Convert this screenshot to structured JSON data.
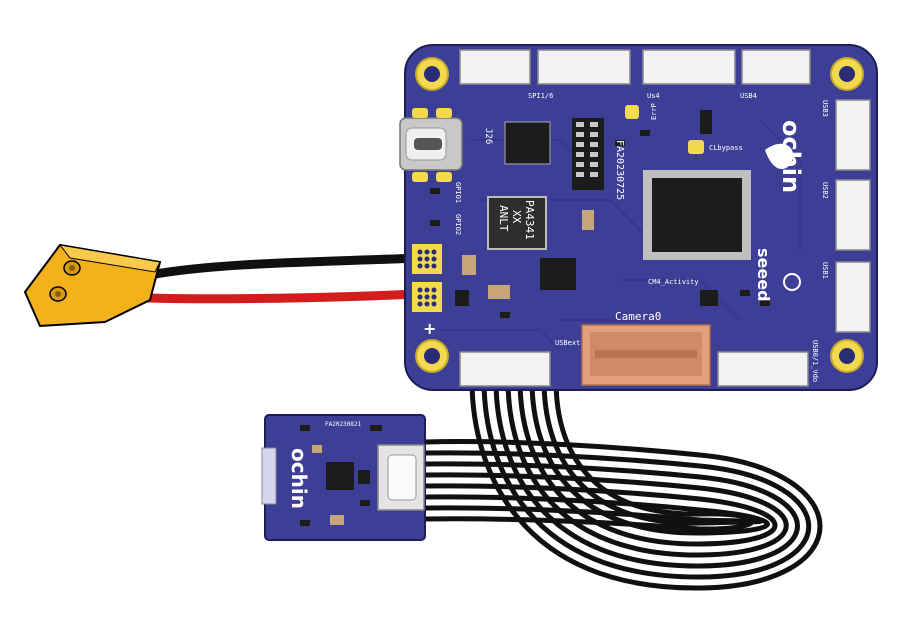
{
  "main_board": {
    "labels": {
      "spi": "SPI1/6",
      "us4": "Us4",
      "usb4": "USB4",
      "errp": "ErrP",
      "clbypass": "CLbypass",
      "usb3": "USB3",
      "usb2": "USB2",
      "usb1": "USB1",
      "j26": "J26",
      "part_number": "FA20230725",
      "gpio1": "GPIO1",
      "gpio2": "GPIO2",
      "chip_line1": "PA4341",
      "chip_line2": "XX",
      "chip_line3": "ANLT",
      "cm4_activity": "CM4_Activity",
      "camera": "Camera0",
      "usbext": "USBext",
      "usbtype": "USB0/1_Vdo",
      "plus": "+"
    },
    "logos": {
      "brand": "ochin",
      "maker": "seeed"
    }
  },
  "small_board": {
    "labels": {
      "part_number": "FA20230821"
    },
    "logos": {
      "brand": "ochin"
    }
  },
  "colors": {
    "pcb": "#3d3f96",
    "pcb_dark": "#2a2c75",
    "gold": "#f2d94e",
    "connector": "#f2f2f2",
    "xt_connector": "#f3b21c",
    "cable_black": "#101010",
    "cable_red": "#d51c1c",
    "fpc_connector": "#e3a07c"
  }
}
